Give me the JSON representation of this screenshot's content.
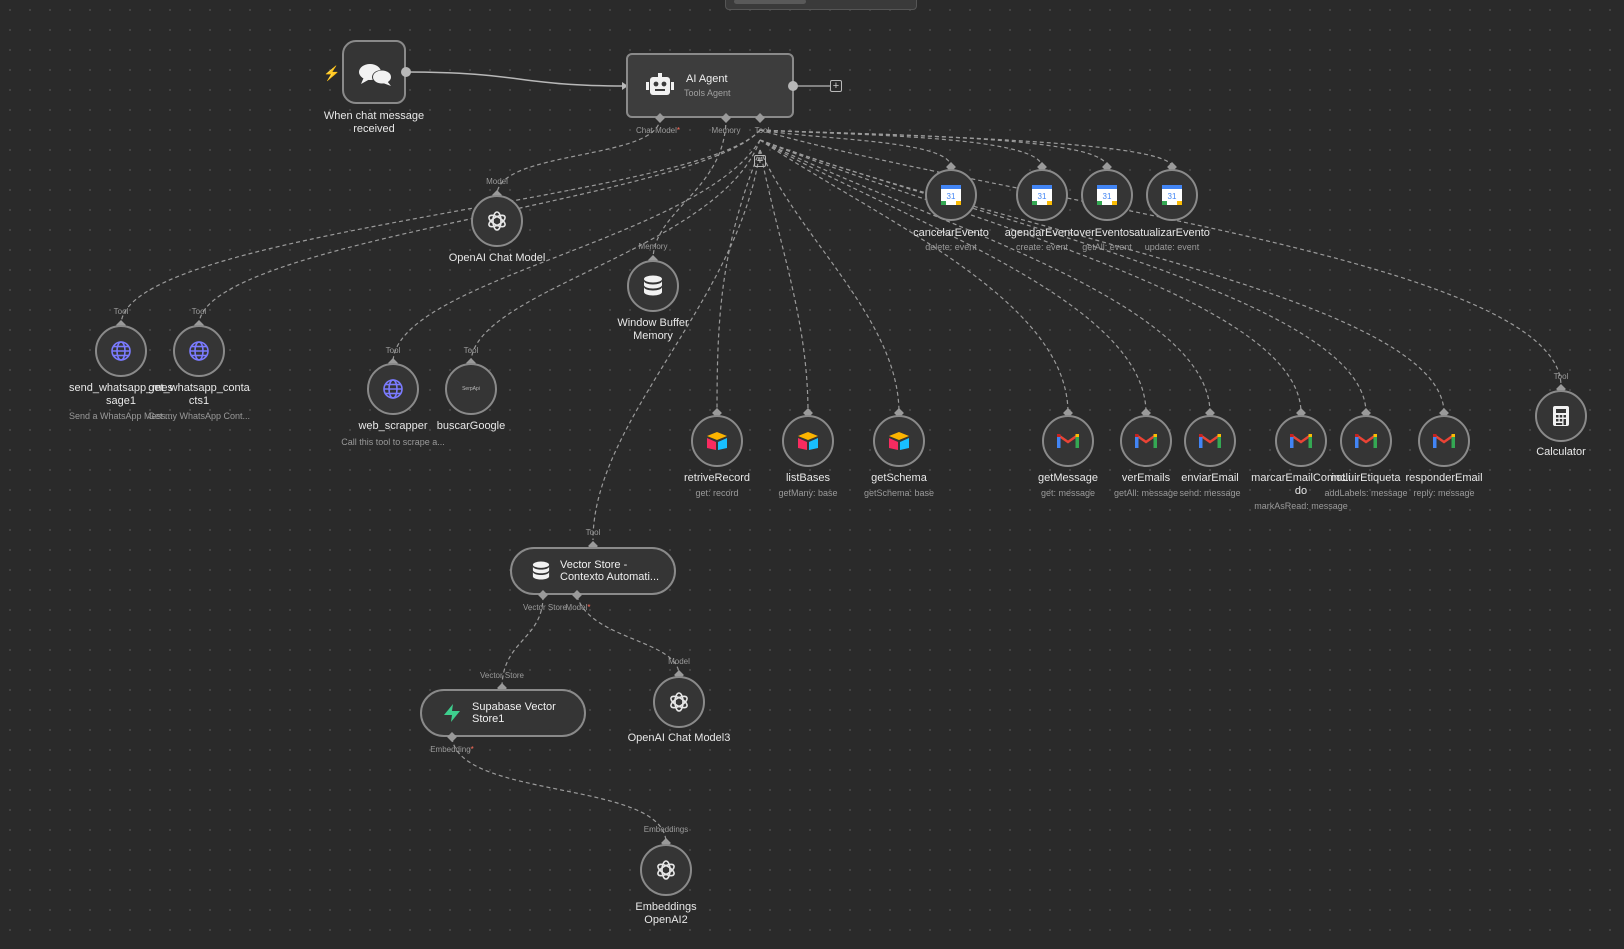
{
  "trigger": {
    "label": "When chat message received"
  },
  "agent": {
    "title": "AI Agent",
    "subtitle": "Tools Agent",
    "ports": {
      "chat_model": "Chat Model",
      "memory": "Memory",
      "tool": "Tool"
    },
    "required_mark": "*"
  },
  "chat_model": {
    "label": "OpenAI Chat Model",
    "port": "Model"
  },
  "memory": {
    "label_1": "Window Buffer",
    "label_2": "Memory",
    "port": "Memory"
  },
  "whatsapp": [
    {
      "label_1": "send_whatsapp_mes",
      "label_2": "sage1",
      "sub": "Send a WhatsApp Mess...",
      "port": "Tool"
    },
    {
      "label_1": "get_whatsapp_conta",
      "label_2": "cts1",
      "sub": "Get my WhatsApp Cont...",
      "port": "Tool"
    }
  ],
  "web_scrapper": {
    "label": "web_scrapper",
    "sub": "Call this tool to scrape a...",
    "port": "Tool"
  },
  "buscar_google": {
    "label": "buscarGoogle",
    "icon_text": "SerpApi",
    "port": "Tool"
  },
  "calendar": [
    {
      "label": "cancelarEvento",
      "sub": "delete: event"
    },
    {
      "label": "agendarEvento",
      "sub": "create: event"
    },
    {
      "label": "verEventos",
      "sub": "getAll: event"
    },
    {
      "label": "atualizarEvento",
      "sub": "update: event"
    }
  ],
  "calendar_icon_text": "31",
  "airtable": [
    {
      "label": "retriveRecord",
      "sub": "get: record"
    },
    {
      "label": "listBases",
      "sub": "getMany: base"
    },
    {
      "label": "getSchema",
      "sub": "getSchema: base"
    }
  ],
  "gmail": [
    {
      "label_1": "getMessage",
      "label_2": "",
      "sub": "get: message"
    },
    {
      "label_1": "verEmails",
      "label_2": "",
      "sub": "getAll: message"
    },
    {
      "label_1": "enviarEmail",
      "label_2": "",
      "sub": "send: message"
    },
    {
      "label_1": "marcarEmailComoLi",
      "label_2": "do",
      "sub": "markAsRead: message"
    },
    {
      "label_1": "incluirEtiqueta",
      "label_2": "",
      "sub": "addLabels: message"
    },
    {
      "label_1": "responderEmail",
      "label_2": "",
      "sub": "reply: message"
    }
  ],
  "calculator": {
    "label": "Calculator",
    "port": "Tool"
  },
  "vector_tool": {
    "title_1": "Vector Store -",
    "title_2": "Contexto Automati...",
    "port_top": "Tool",
    "port_vs": "Vector Store",
    "port_model": "Model"
  },
  "supabase": {
    "title_1": "Supabase Vector",
    "title_2": "Store1",
    "port_top": "Vector Store",
    "port_embed": "Embedding"
  },
  "chat_model3": {
    "label": "OpenAI Chat Model3",
    "port": "Model"
  },
  "embeddings": {
    "label_1": "Embeddings",
    "label_2": "OpenAI2",
    "port": "Embeddings"
  },
  "colors": {
    "accent": "#ff6d5a",
    "node_border": "#8a8a8a",
    "edge": "#9a9a9a",
    "globe": "#7b7bff",
    "supabase": "#3ecf8e"
  }
}
